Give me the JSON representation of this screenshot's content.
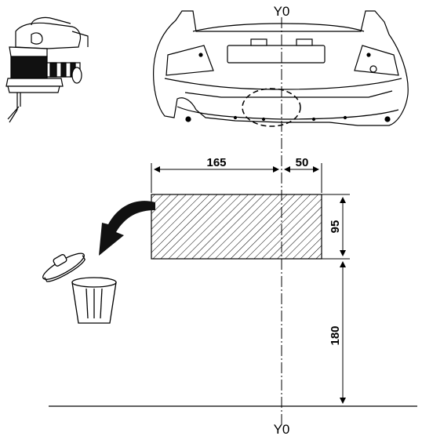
{
  "axis": {
    "top": "Y0",
    "bottom": "Y0"
  },
  "dimensions": {
    "left_width": "165",
    "right_width": "50",
    "height": "95",
    "offset_from_ground": "180"
  },
  "icons": [
    "jigsaw-icon",
    "bumper-drawing",
    "discard-arrow-icon",
    "trash-bin-icon"
  ]
}
